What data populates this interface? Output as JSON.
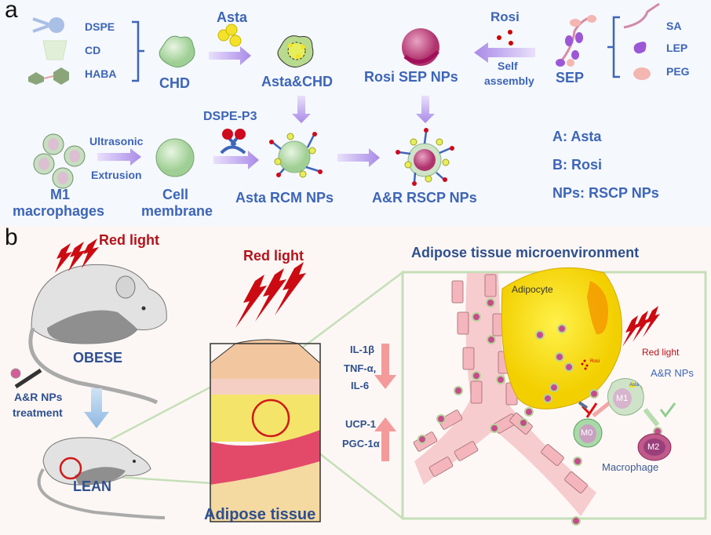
{
  "panel_a": {
    "label": "a",
    "components_left": [
      "DSPE",
      "CD",
      "HABA"
    ],
    "chd": "CHD",
    "asta_top": "Asta",
    "asta_chd": "Asta&CHD",
    "rosi_top": "Rosi",
    "rosi_sep": "Rosi SEP NPs",
    "self_assembly_1": "Self",
    "self_assembly_2": "assembly",
    "sep": "SEP",
    "components_right": [
      "SA",
      "LEP",
      "PEG"
    ],
    "dspe_p3": "DSPE-P3",
    "ultrasonic": "Ultrasonic",
    "extrusion": "Extrusion",
    "m1_1": "M1",
    "m1_2": "macrophages",
    "cell_1": "Cell",
    "cell_2": "membrane",
    "asta_rcm": "Asta RCM NPs",
    "ar_rscp": "A&R RSCP NPs",
    "legend": [
      "A: Asta",
      "B: Rosi",
      "NPs: RSCP NPs"
    ]
  },
  "panel_b": {
    "label": "b",
    "red_light_mouse": "Red light",
    "obese": "OBESE",
    "treatment_1": "A&R NPs",
    "treatment_2": "treatment",
    "lean": "LEAN",
    "red_light_tissue": "Red light",
    "adipose_tissue": "Adipose tissue",
    "down_markers": [
      "IL-1β",
      "TNF-α,",
      "IL-6"
    ],
    "up_markers": [
      "UCP-1",
      "PGC-1α"
    ],
    "micro_title": "Adipose tissue microenvironment",
    "adipocyte": "Adipocyte",
    "rosi_small": "Rosi",
    "red_light_micro": "Red light",
    "ar_nps": "A&R NPs",
    "asta_small": "Asta",
    "m0": "M0",
    "m1": "M1",
    "m2": "M2",
    "macrophage": "Macrophage"
  },
  "colors": {
    "text_blue": "#3d65b8",
    "text_dark_blue": "#2f4f8f",
    "red": "#b5121b",
    "arrow_purple": "#b79cf0",
    "frame_green": "#c5dfb8"
  }
}
